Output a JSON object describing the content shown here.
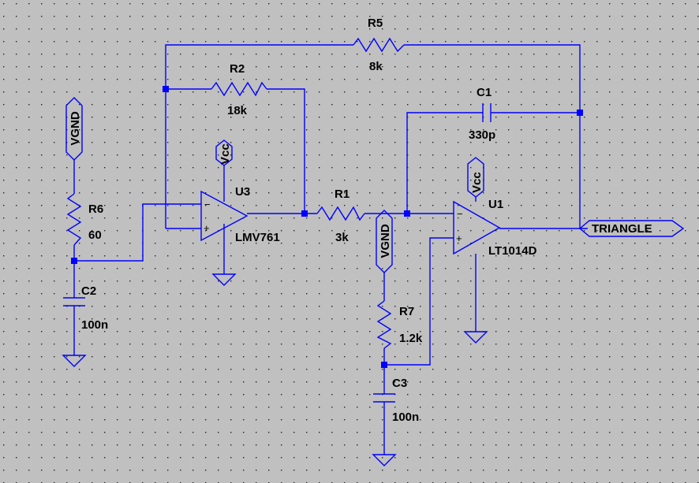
{
  "components": {
    "R5": {
      "name": "R5",
      "value": "8k"
    },
    "R2": {
      "name": "R2",
      "value": "18k"
    },
    "R1": {
      "name": "R1",
      "value": "3k"
    },
    "R6": {
      "name": "R6",
      "value": "60"
    },
    "R7": {
      "name": "R7",
      "value": "1.2k"
    },
    "C1": {
      "name": "C1",
      "value": "330p"
    },
    "C2": {
      "name": "C2",
      "value": "100n"
    },
    "C3": {
      "name": "C3",
      "value": "100n"
    },
    "U3": {
      "name": "U3",
      "value": "LMV761"
    },
    "U1": {
      "name": "U1",
      "value": "LT1014D"
    }
  },
  "nets": {
    "vgnd": "VGND",
    "vcc": "Vcc",
    "triangle": "TRIANGLE"
  },
  "colors": {
    "background": "#c0c0c0",
    "wire": "#0000ff",
    "grid_dot": "#202020",
    "text": "#000000"
  }
}
